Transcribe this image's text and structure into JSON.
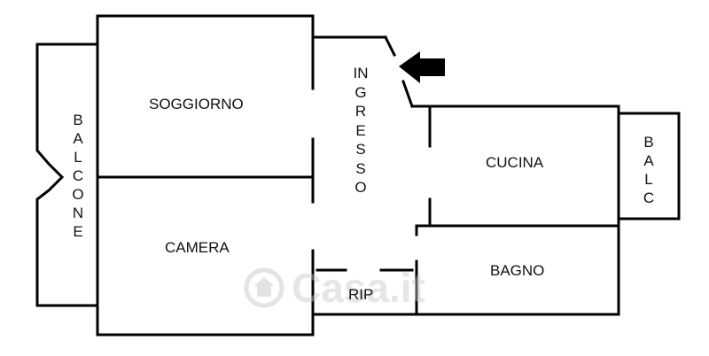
{
  "rooms": {
    "soggiorno": "SOGGIORNO",
    "ingresso": "INGRESSO",
    "cucina": "CUCINA",
    "camera": "CAMERA",
    "bagno": "BAGNO",
    "rip": "RIP",
    "balcone": "BALCONE",
    "balc": "BALC"
  },
  "watermark": {
    "text": "Casa.it",
    "icon": "house-logo-icon"
  },
  "entrance": {
    "icon": "arrow-left-icon"
  },
  "colors": {
    "walls": "#000000",
    "watermark": "#c8c8c8"
  }
}
